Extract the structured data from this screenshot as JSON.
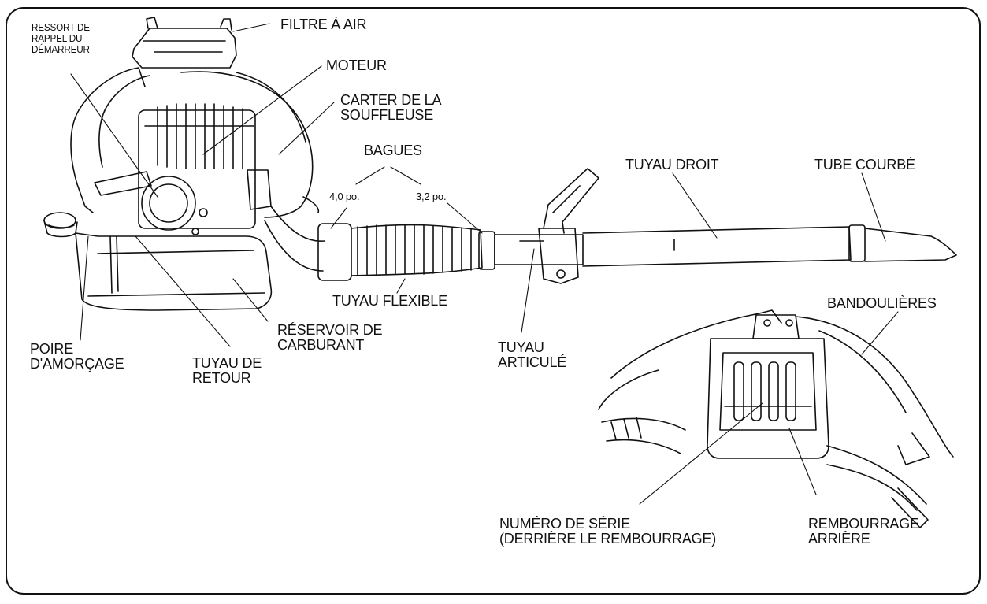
{
  "labels": {
    "ressort_de_rappel": [
      "RESSORT DE",
      "RAPPEL DU",
      "DÉMARREUR"
    ],
    "filtre_a_air": "FILTRE À AIR",
    "moteur": "MOTEUR",
    "carter": [
      "CARTER DE LA",
      "SOUFFLEUSE"
    ],
    "bagues": "BAGUES",
    "bague_4": "4,0 po.",
    "bague_3": "3,2 po.",
    "tuyau_droit": "TUYAU DROIT",
    "tube_courbe": "TUBE COURBÉ",
    "tuyau_flexible": "TUYAU FLEXIBLE",
    "reservoir": [
      "RÉSERVOIR DE",
      "CARBURANT"
    ],
    "tuyau_articule": [
      "TUYAU",
      "ARTICULÉ"
    ],
    "poire": [
      "POIRE",
      "D'AMORÇAGE"
    ],
    "tuyau_de_retour": [
      "TUYAU DE",
      "RETOUR"
    ],
    "bandoulieres": "BANDOULIÈRES",
    "numero_de_serie": [
      "NUMÉRO DE SÉRIE",
      "(DERRIÈRE LE REMBOURRAGE)"
    ],
    "rembourrage_arriere": [
      "REMBOURRAGE",
      "ARRIÈRE"
    ]
  }
}
